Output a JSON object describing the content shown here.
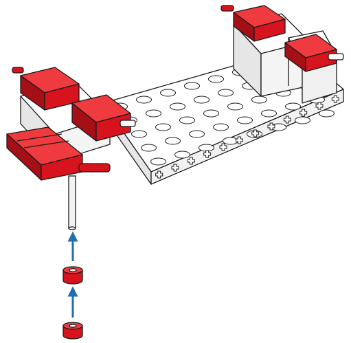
{
  "diagram": {
    "kind": "assembly-instruction",
    "colors": {
      "red": "#d7141d",
      "red_dark": "#a50f16",
      "red_light": "#ef3b3f",
      "white": "#ffffff",
      "grey": "#e6e6e6",
      "grey_dark": "#b9b9b9",
      "outline": "#1a1a1a",
      "axle": "#f3f3f3",
      "arrow": "#1f6fb2"
    },
    "parts": [
      {
        "name": "chassis-frame",
        "icon": "building-block-frame"
      },
      {
        "name": "axle",
        "icon": "metal-axle"
      },
      {
        "name": "hub-nut",
        "icon": "red-clip"
      },
      {
        "name": "hub-cap",
        "icon": "red-clip"
      }
    ],
    "steps": [
      {
        "name": "insert-hub-nut",
        "icon": "arrow-up-icon"
      },
      {
        "name": "insert-hub-cap",
        "icon": "arrow-up-icon"
      }
    ]
  }
}
